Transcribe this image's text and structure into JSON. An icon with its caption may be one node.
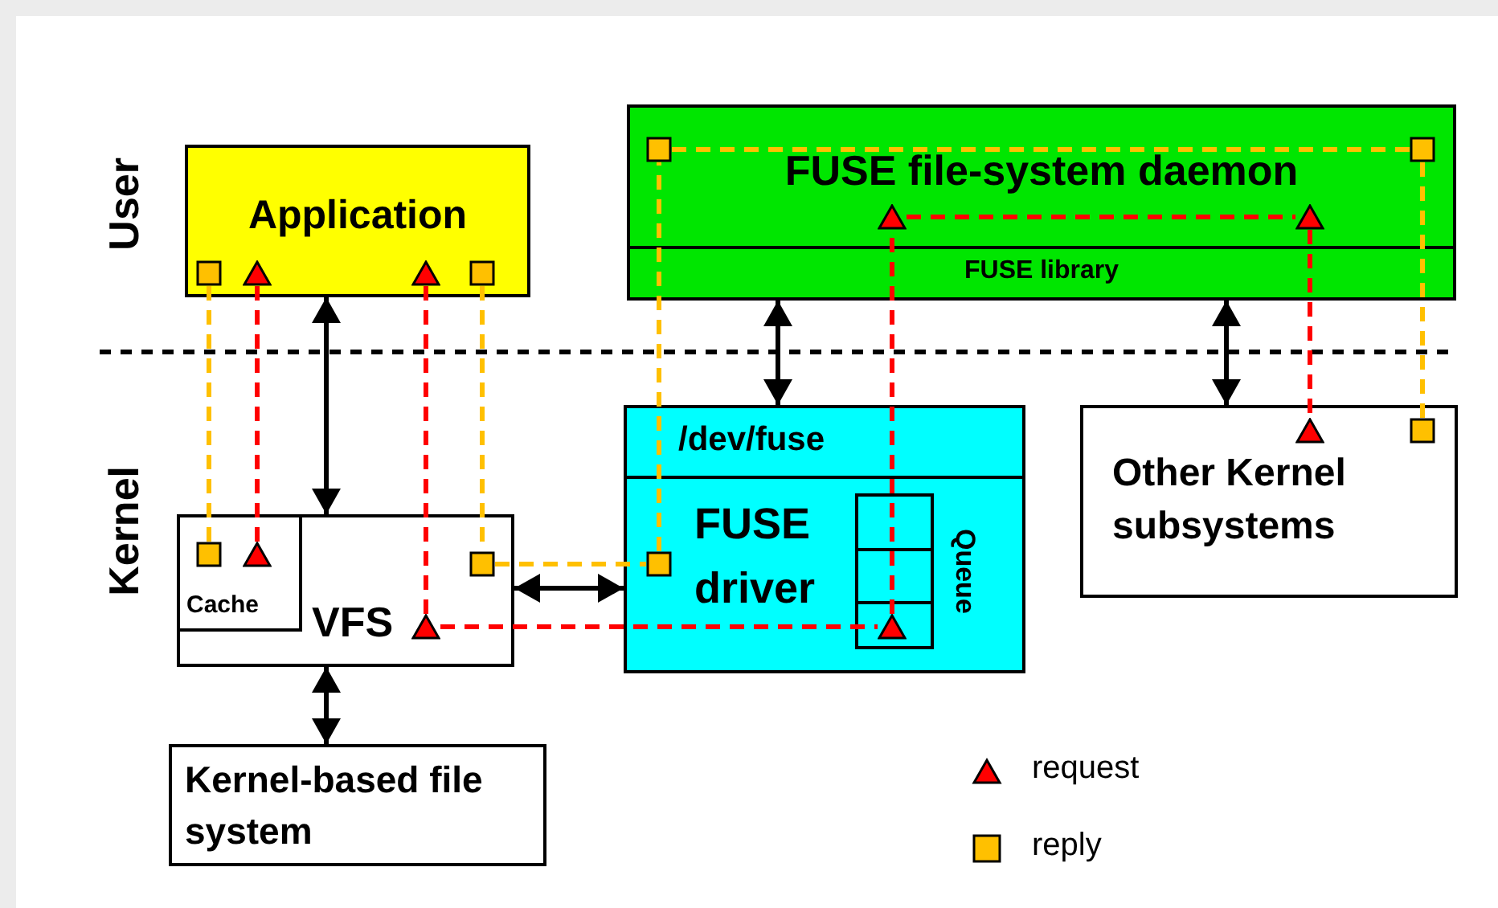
{
  "diagram": {
    "nodes": [
      {
        "text": [
          "Application"
        ]
      },
      {
        "text": [
          "FUSE file-system daemon",
          "FUSE library"
        ]
      },
      {
        "text": [
          "VFS"
        ]
      },
      {
        "text": [
          "Cache"
        ],
        "in": 2
      },
      {
        "text": [
          "/dev/fuse"
        ]
      },
      {
        "text": [
          "FUSE driver"
        ],
        "in": 4
      },
      {
        "text": [
          "Queue"
        ],
        "in": 5
      },
      {
        "text": [
          "Other Kernel subsystems"
        ]
      },
      {
        "text": [
          "Kernel-based file system"
        ]
      },
      {
        "text": [],
        "shape": "square",
        "in": 0
      },
      {
        "text": [],
        "shape": "triangle",
        "in": 0
      },
      {
        "text": [],
        "shape": "triangle",
        "in": 0
      },
      {
        "text": [],
        "shape": "square",
        "in": 0
      },
      {
        "text": [],
        "shape": "square",
        "in": 1
      },
      {
        "text": [],
        "shape": "square",
        "in": 1
      },
      {
        "text": [],
        "shape": "triangle",
        "in": 1
      },
      {
        "text": [],
        "shape": "triangle",
        "in": 1
      },
      {
        "text": [],
        "shape": "square",
        "in": 3
      },
      {
        "text": [],
        "shape": "triangle",
        "in": 3
      },
      {
        "text": [],
        "shape": "square",
        "in": 2
      },
      {
        "text": [],
        "shape": "triangle",
        "in": 2
      },
      {
        "text": [],
        "shape": "square",
        "in": 5
      },
      {
        "text": [],
        "shape": "triangle",
        "in": 6
      },
      {
        "text": [],
        "shape": "triangle",
        "in": 7
      },
      {
        "text": [],
        "shape": "square",
        "in": 7
      }
    ],
    "edges": [
      {
        "from": 0,
        "to": 2,
        "arrow": "both",
        "color": "#000000"
      },
      {
        "from": 1,
        "to": 4,
        "arrow": "both",
        "color": "#000000"
      },
      {
        "from": 1,
        "to": 7,
        "arrow": "both",
        "color": "#000000"
      },
      {
        "from": 2,
        "to": 5,
        "arrow": "both",
        "color": "#000000"
      },
      {
        "from": 2,
        "to": 8,
        "arrow": "both",
        "color": "#000000"
      },
      {
        "from": 10,
        "to": 18,
        "arrow": "none",
        "style": "dashed",
        "color": "#ff0000"
      },
      {
        "from": 11,
        "to": 20,
        "arrow": "none",
        "style": "dashed",
        "color": "#ff0000"
      },
      {
        "from": 20,
        "to": 22,
        "arrow": "none",
        "style": "dashed",
        "color": "#ff0000"
      },
      {
        "from": 22,
        "to": 15,
        "arrow": "none",
        "style": "dashed",
        "color": "#ff0000"
      },
      {
        "from": 15,
        "to": 16,
        "arrow": "none",
        "style": "dashed",
        "color": "#ff0000"
      },
      {
        "from": 16,
        "to": 23,
        "arrow": "none",
        "style": "dashed",
        "color": "#ff0000"
      },
      {
        "from": 9,
        "to": 17,
        "arrow": "none",
        "style": "dashed",
        "color": "#ffc000"
      },
      {
        "from": 12,
        "to": 19,
        "arrow": "none",
        "style": "dashed",
        "color": "#ffc000"
      },
      {
        "from": 19,
        "to": 21,
        "arrow": "none",
        "style": "dashed",
        "color": "#ffc000"
      },
      {
        "from": 21,
        "to": 13,
        "arrow": "none",
        "style": "dashed",
        "color": "#ffc000"
      },
      {
        "from": 13,
        "to": 14,
        "arrow": "none",
        "style": "dashed",
        "color": "#ffc000"
      },
      {
        "from": 14,
        "to": 24,
        "arrow": "none",
        "style": "dashed",
        "color": "#ffc000"
      }
    ],
    "labels": [
      "User",
      "Kernel"
    ],
    "legend": [
      {
        "text": "request",
        "color": "#ff0000"
      },
      {
        "text": "reply",
        "color": "#ffc000"
      }
    ]
  }
}
